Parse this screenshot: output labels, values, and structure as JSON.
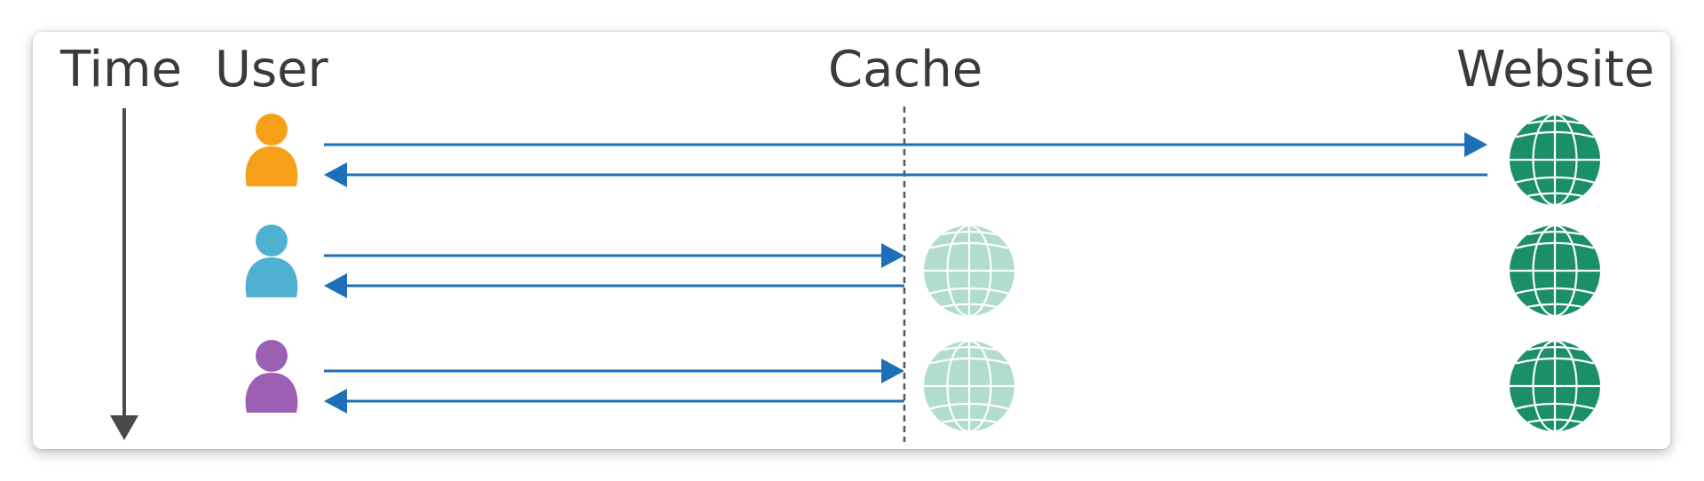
{
  "headers": {
    "time": "Time",
    "user": "User",
    "cache": "Cache",
    "website": "Website"
  },
  "colors": {
    "arrow": "#1d6fb8",
    "time_axis": "#4a4a4a",
    "cache_line": "#555555",
    "website_globe": "#1b8f6a",
    "cached_globe": "#b1dccf",
    "users": [
      "#f6a01a",
      "#4fb0d2",
      "#9b5fb4"
    ]
  },
  "rows": [
    {
      "user": "user-1",
      "request_target": "website",
      "response_source": "website",
      "cached_copy": false
    },
    {
      "user": "user-2",
      "request_target": "cache",
      "response_source": "cache",
      "cached_copy": true
    },
    {
      "user": "user-3",
      "request_target": "cache",
      "response_source": "cache",
      "cached_copy": true
    }
  ],
  "icons": {
    "user": "person-icon",
    "website": "globe-icon",
    "cache": "globe-icon"
  }
}
